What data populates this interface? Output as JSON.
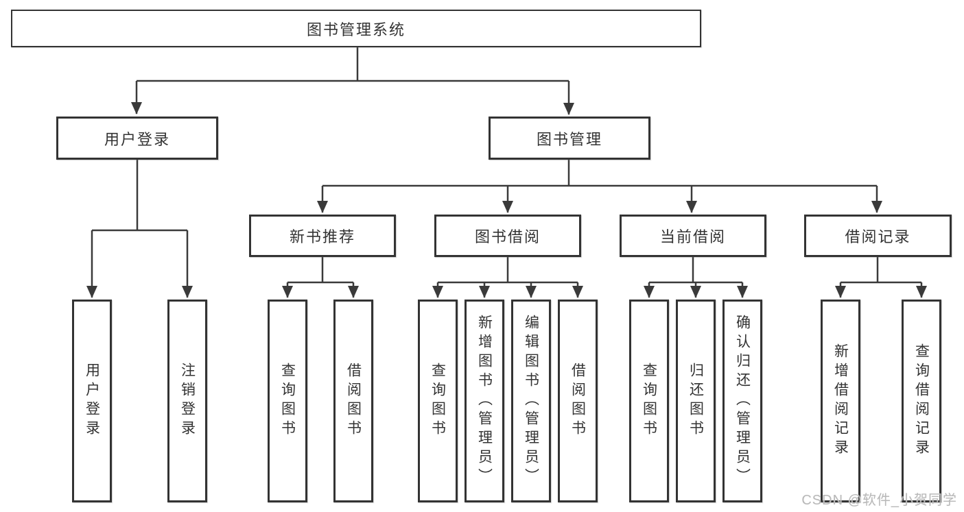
{
  "diagram": {
    "root": {
      "label": "图书管理系统"
    },
    "branches": [
      {
        "label": "用户登录",
        "children": [
          {
            "label": "用户登录"
          },
          {
            "label": "注销登录"
          }
        ]
      },
      {
        "label": "图书管理",
        "children": [
          {
            "label": "新书推荐",
            "children": [
              {
                "label": "查询图书"
              },
              {
                "label": "借阅图书"
              }
            ]
          },
          {
            "label": "图书借阅",
            "children": [
              {
                "label": "查询图书"
              },
              {
                "label": "新增图书（管理员）"
              },
              {
                "label": "编辑图书（管理员）"
              },
              {
                "label": "借阅图书"
              }
            ]
          },
          {
            "label": "当前借阅",
            "children": [
              {
                "label": "查询图书"
              },
              {
                "label": "归还图书"
              },
              {
                "label": "确认归还（管理员）"
              }
            ]
          },
          {
            "label": "借阅记录",
            "children": [
              {
                "label": "新增借阅记录"
              },
              {
                "label": "查询借阅记录"
              }
            ]
          }
        ]
      }
    ],
    "watermark": "CSDN @软件_小贺同学",
    "colors": {
      "line": "#3a3a3a",
      "box_border": "#333333",
      "text": "#333333",
      "watermark": "#b9b9b9",
      "background": "#ffffff"
    }
  }
}
